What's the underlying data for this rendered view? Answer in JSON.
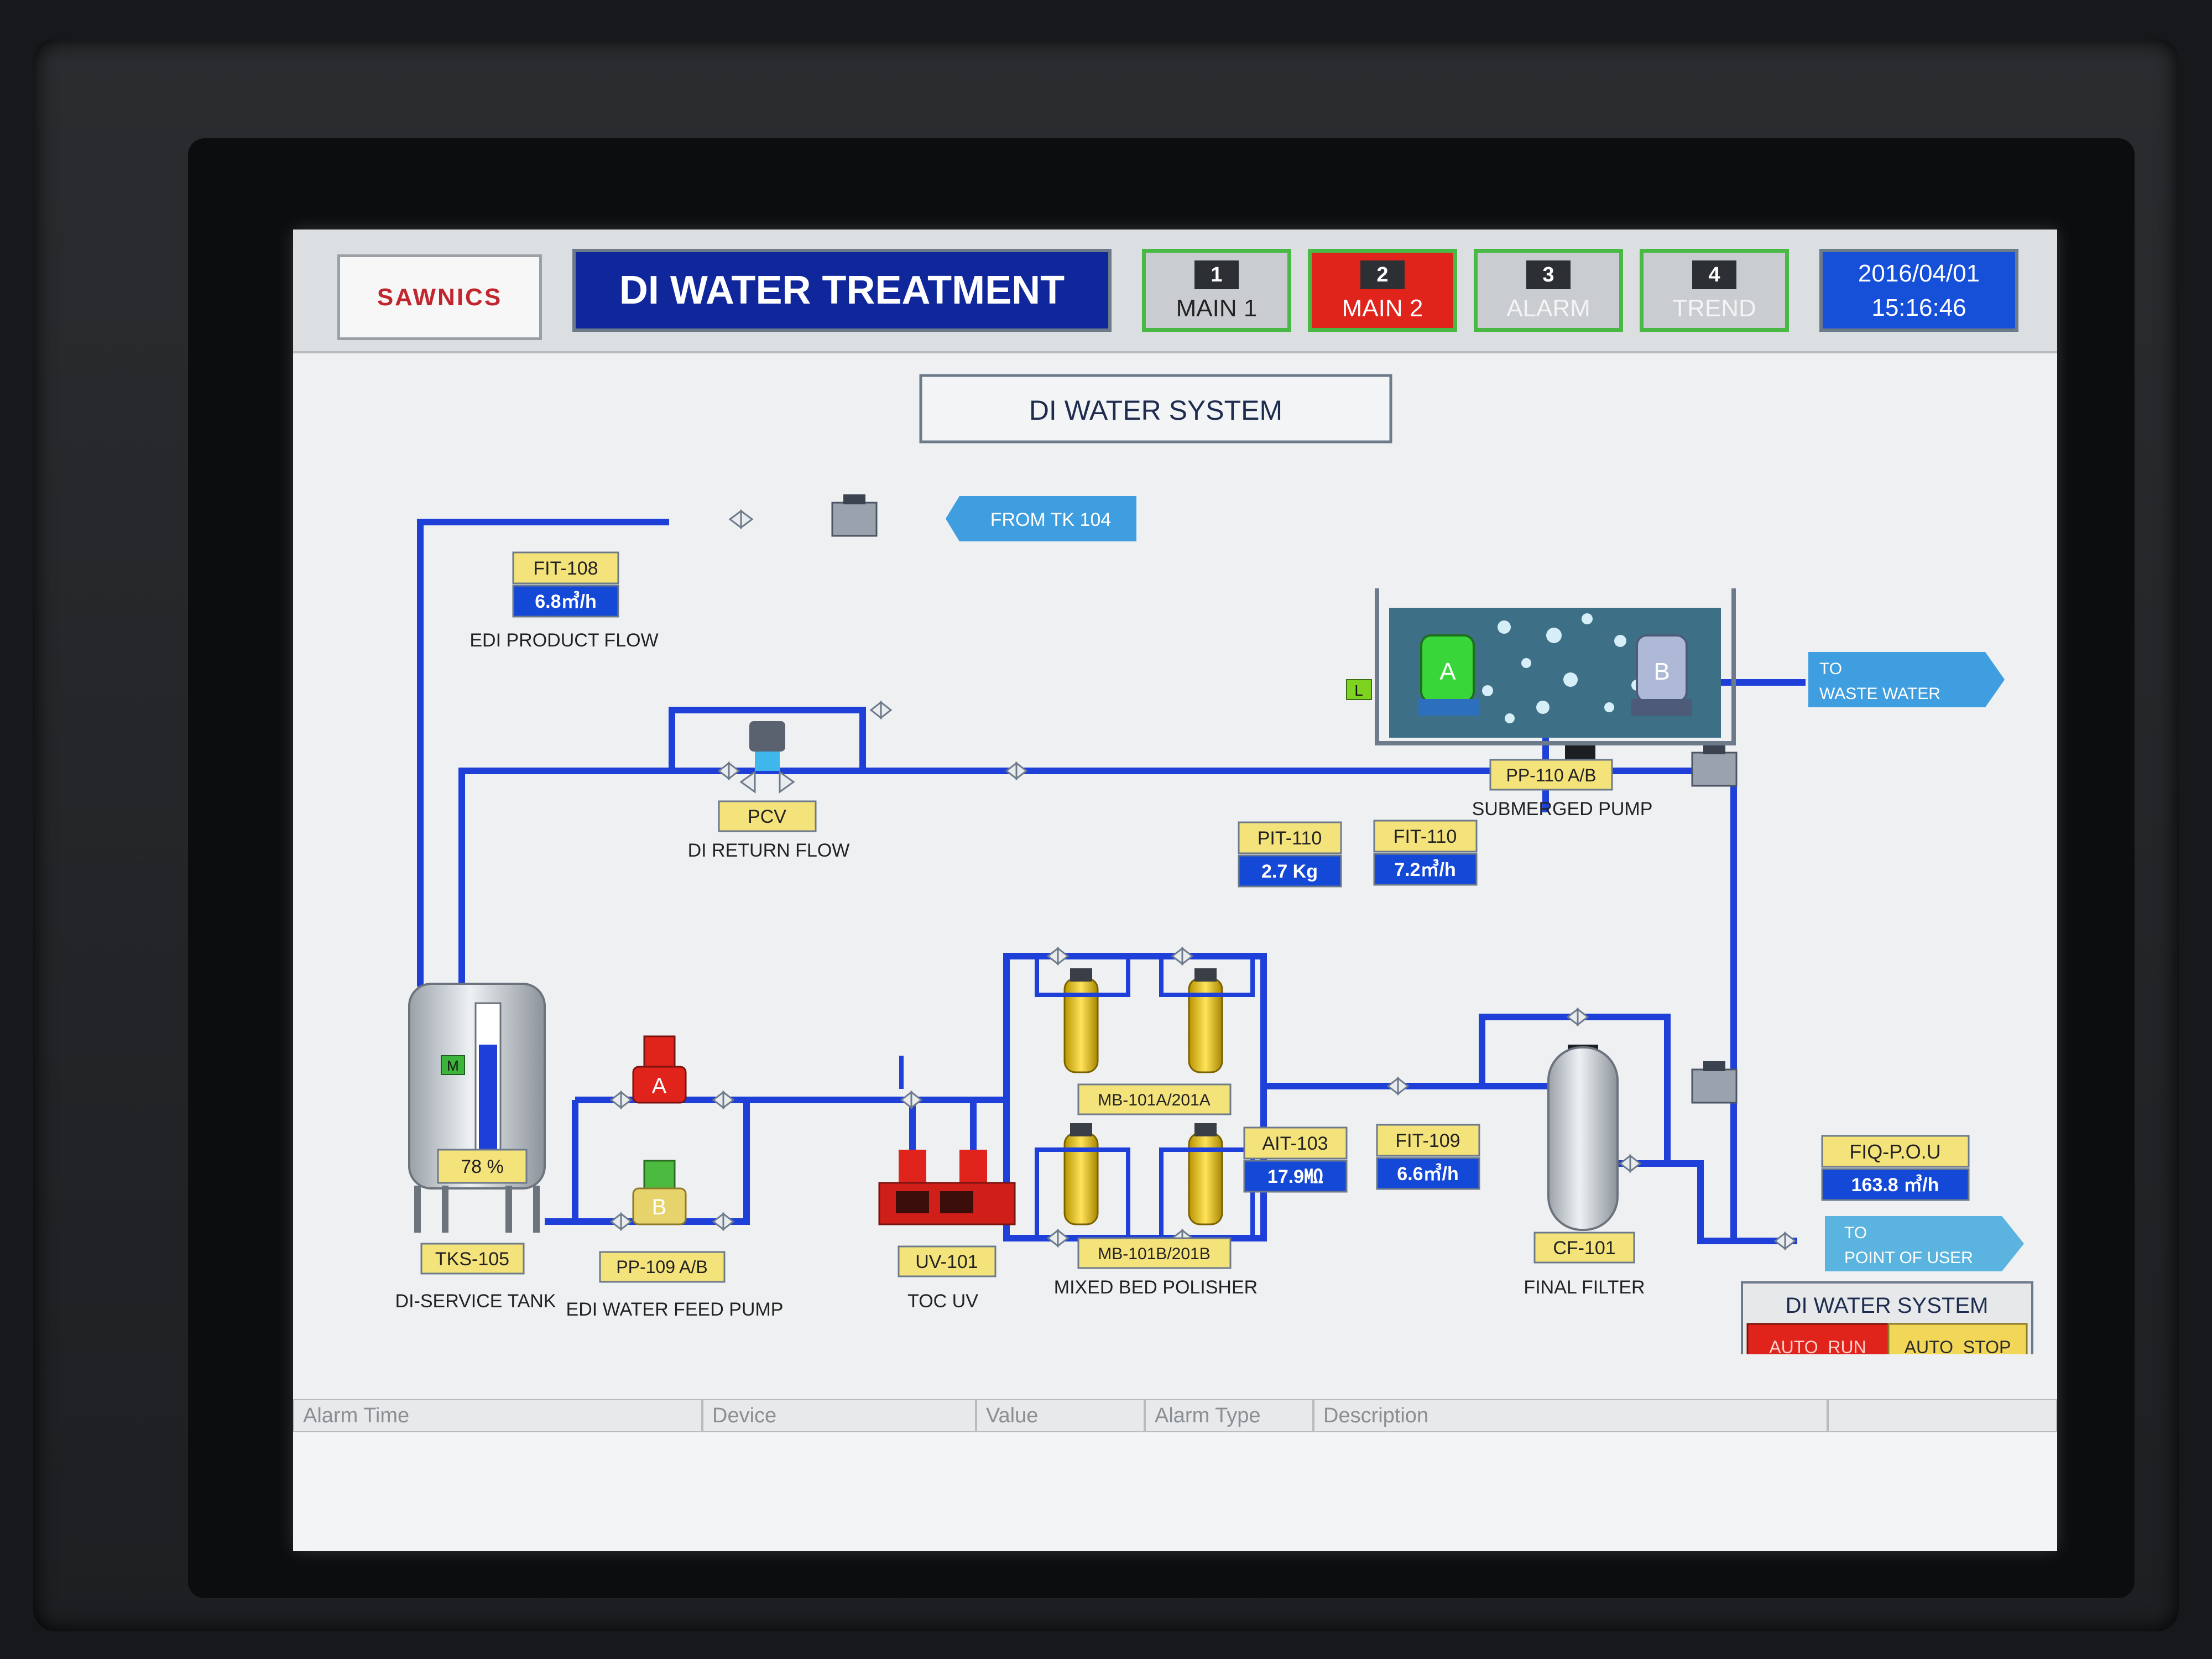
{
  "header": {
    "logo": "SAWNICS",
    "title": "DI WATER TREATMENT",
    "nav": [
      {
        "num": "1",
        "label": "MAIN 1"
      },
      {
        "num": "2",
        "label": "MAIN 2"
      },
      {
        "num": "3",
        "label": "ALARM"
      },
      {
        "num": "4",
        "label": "TREND"
      }
    ],
    "date": "2016/04/01",
    "time": "15:16:46"
  },
  "diagram": {
    "title": "DI  WATER SYSTEM",
    "from_tk104": "FROM TK 104",
    "to_waste_1": "TO",
    "to_waste_2": "WASTE WATER",
    "to_pou_1": "TO",
    "to_pou_2": "POINT OF USER",
    "fit108": {
      "tag": "FIT-108",
      "value": "6.8㎥/h",
      "caption": "EDI PRODUCT FLOW"
    },
    "pcv": {
      "tag": "PCV",
      "caption": "DI  RETURN FLOW"
    },
    "pit110": {
      "tag": "PIT-110",
      "value": "2.7 Kg"
    },
    "fit110": {
      "tag": "FIT-110",
      "value": "7.2㎥/h"
    },
    "pp110": {
      "tag": "PP-110 A/B",
      "caption": "SUBMERGED PUMP",
      "pump_a": "A",
      "pump_b": "B",
      "level": "L"
    },
    "tks105": {
      "tag": "TKS-105",
      "caption": "DI-SERVICE TANK",
      "level": "78 %",
      "mode": "M"
    },
    "pp109": {
      "tag": "PP-109 A/B",
      "caption": "EDI WATER FEED PUMP",
      "pump_a": "A",
      "pump_b": "B"
    },
    "uv101": {
      "tag": "UV-101",
      "caption": "TOC UV"
    },
    "mb_a": {
      "tag": "MB-101A/201A"
    },
    "mb_b": {
      "tag": "MB-101B/201B",
      "caption": "MIXED BED POLISHER"
    },
    "ait103": {
      "tag": "AIT-103",
      "value": "17.9㏁"
    },
    "fit109": {
      "tag": "FIT-109",
      "value": "6.6㎥/h"
    },
    "cf101": {
      "tag": "CF-101",
      "caption": "FINAL FILTER"
    },
    "fiq": {
      "tag": "FIQ-P.O.U",
      "value": "163.8  ㎥/h"
    },
    "system": {
      "title": "DI WATER SYSTEM",
      "run": "AUTO_RUN",
      "stop": "AUTO_STOP"
    }
  },
  "alarm_table": {
    "columns": [
      "Alarm Time",
      "Device",
      "Value",
      "Alarm Type",
      "Description"
    ]
  },
  "colors": {
    "pipe": "#1f3fd9",
    "tag_yellow": "#f4e27a",
    "value_blue": "#1448d6",
    "nav_border": "#4ab845",
    "nav_active": "#e0231b",
    "run_red": "#e0231b",
    "stop_yellow": "#f1d658"
  }
}
